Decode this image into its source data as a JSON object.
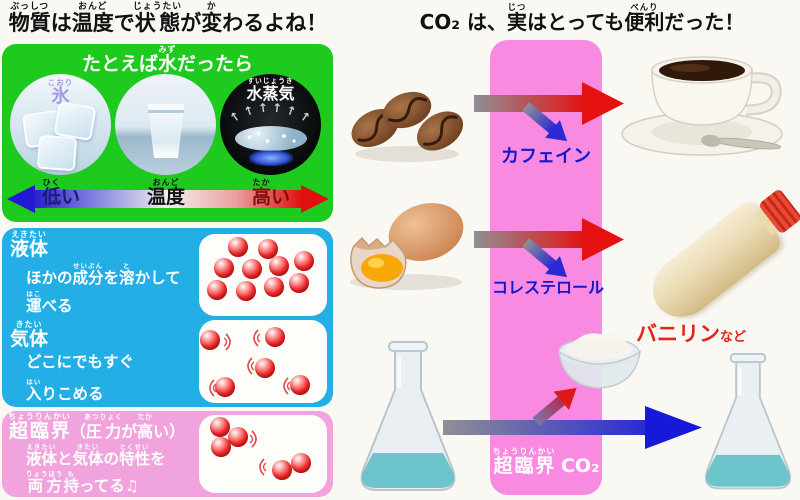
{
  "colors": {
    "page-bg": "#faf8f2",
    "green-box": "#1fca1f",
    "cyan-box": "#23aee6",
    "pink-box": "#f0a3dc",
    "pink-band": "#f98ae2",
    "panel-white": "#fdfdfa",
    "blue-label": "#1318c8",
    "red-label": "#e2251b",
    "title-black": "#111111"
  },
  "left_panel": {
    "title": [
      {
        "b": "物質",
        "r": "ぶっしつ"
      },
      {
        "b": "は"
      },
      {
        "b": "温度",
        "r": "おんど"
      },
      {
        "b": "で"
      },
      {
        "b": "状態",
        "r": "じょうたい"
      },
      {
        "b": "が"
      },
      {
        "b": "変",
        "r": "か"
      },
      {
        "b": "わるよね！"
      }
    ],
    "water_example": {
      "heading": [
        {
          "b": "たとえば"
        },
        {
          "b": "水",
          "r": "みず"
        },
        {
          "b": "だったら"
        }
      ],
      "ice_label": [
        {
          "b": "氷",
          "r": "こおり"
        }
      ],
      "steam_label": [
        {
          "b": "水蒸気",
          "r": "すいじょうき"
        }
      ],
      "temp_low": [
        {
          "b": "低",
          "r": "ひく"
        },
        {
          "b": "い"
        }
      ],
      "temp_center": [
        {
          "b": "温度",
          "r": "おんど"
        }
      ],
      "temp_high": [
        {
          "b": "高",
          "r": "たか"
        },
        {
          "b": "い"
        }
      ]
    },
    "states": {
      "liquid": {
        "heading": [
          {
            "b": "液体",
            "r": "えきたい"
          }
        ],
        "line1": [
          {
            "b": "ほかの"
          },
          {
            "b": "成分",
            "r": "せいぶん"
          },
          {
            "b": "を"
          },
          {
            "b": "溶",
            "r": "と"
          },
          {
            "b": "かして"
          }
        ],
        "line2": [
          {
            "b": "運",
            "r": "はこ"
          },
          {
            "b": "べる"
          }
        ],
        "molecule_count": 10
      },
      "gas": {
        "heading": [
          {
            "b": "気体",
            "r": "きたい"
          }
        ],
        "line1": [
          {
            "b": "どこにでもすぐ"
          }
        ],
        "line2": [
          {
            "b": "入",
            "r": "はい"
          },
          {
            "b": "りこめる"
          }
        ],
        "molecule_count": 5
      },
      "supercritical": {
        "heading": [
          {
            "b": "超臨界",
            "r": "ちょうりんかい"
          }
        ],
        "paren": [
          {
            "b": "（"
          },
          {
            "b": "圧力",
            "r": "あつりょく"
          },
          {
            "b": "が"
          },
          {
            "b": "高",
            "r": "たか"
          },
          {
            "b": "い）"
          }
        ],
        "line1": [
          {
            "b": "液体",
            "r": "えきたい"
          },
          {
            "b": "と"
          },
          {
            "b": "気体",
            "r": "きたい"
          },
          {
            "b": "の"
          },
          {
            "b": "特性",
            "r": "とくせい"
          },
          {
            "b": "を"
          }
        ],
        "line2": [
          {
            "b": "両方",
            "r": "りょうほう"
          },
          {
            "b": "持",
            "r": "も"
          },
          {
            "b": "ってる♫"
          }
        ],
        "molecule_count": 5
      }
    }
  },
  "right_panel": {
    "title": [
      {
        "b": "CO₂ は、"
      },
      {
        "b": "実",
        "r": "じつ"
      },
      {
        "b": "はとっても"
      },
      {
        "b": "便利",
        "r": "べんり"
      },
      {
        "b": "だった！"
      }
    ],
    "caffeine_label": "カフェイン",
    "cholesterol_label": "コレステロール",
    "vanillin_label": "バニリン",
    "vanillin_suffix": "など",
    "band_label": [
      {
        "b": "超臨界",
        "r": "ちょうりんかい"
      },
      {
        "b": " CO₂"
      }
    ]
  }
}
